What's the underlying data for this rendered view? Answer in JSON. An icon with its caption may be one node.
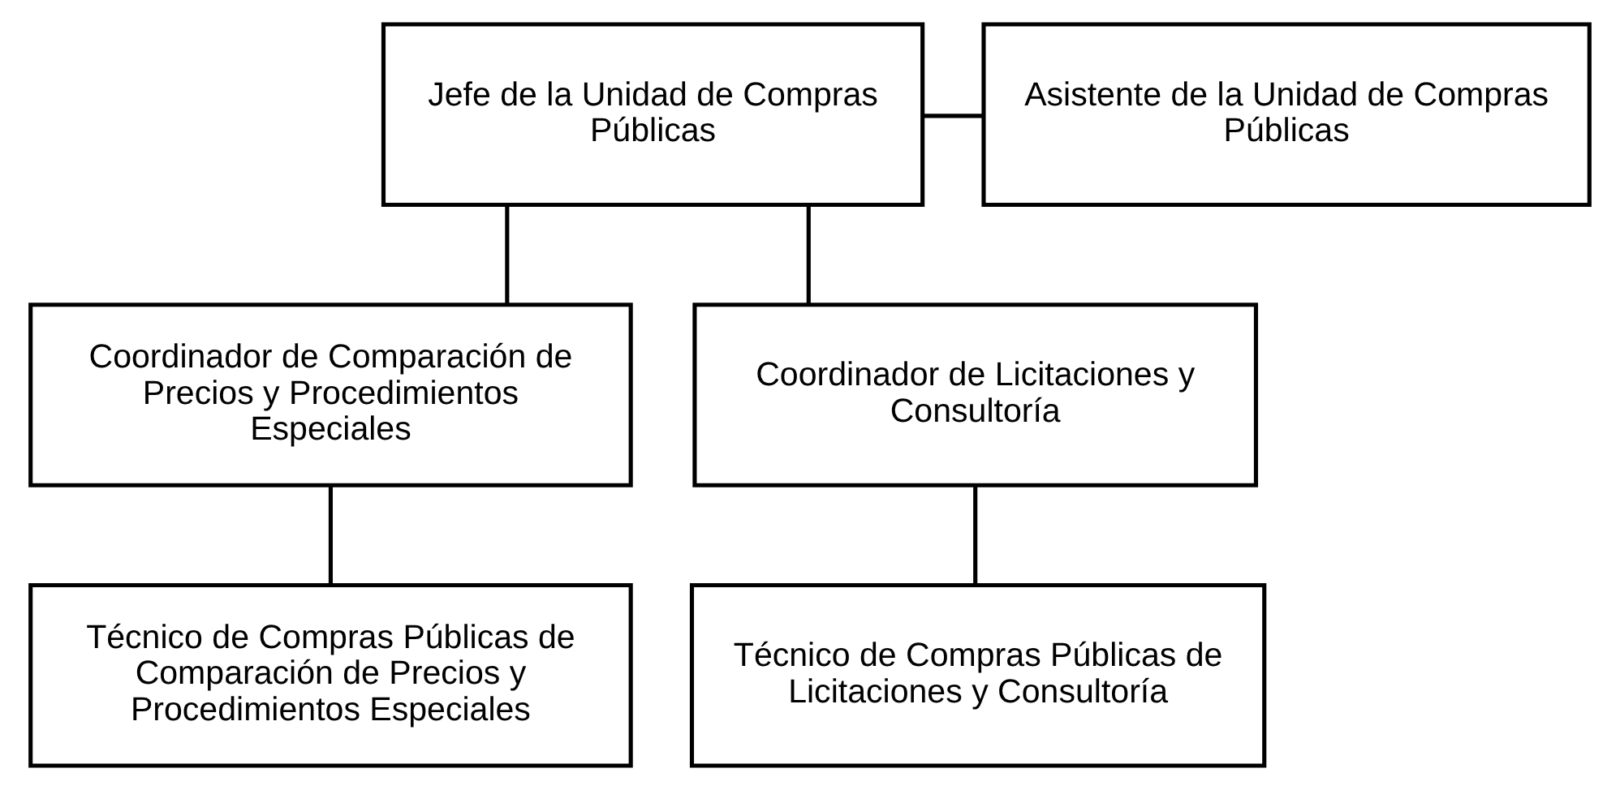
{
  "diagram": {
    "nodes": [
      {
        "text": [
          "Jefe de la Unidad de Compras Públicas"
        ]
      },
      {
        "text": [
          "Asistente de la Unidad de Compras Públicas"
        ]
      },
      {
        "text": [
          "Coordinador de Comparación de Precios y Procedimientos Especiales"
        ]
      },
      {
        "text": [
          "Coordinador de Licitaciones y Consultoría"
        ]
      },
      {
        "text": [
          "Técnico de Compras Públicas de Comparación de Precios y Procedimientos Especiales"
        ]
      },
      {
        "text": [
          "Técnico de Compras Públicas de Licitaciones y Consultoría"
        ]
      }
    ],
    "edges": [
      {
        "from": 0,
        "to": 1,
        "arrow": "none"
      },
      {
        "from": 0,
        "to": 2,
        "arrow": "none"
      },
      {
        "from": 0,
        "to": 3,
        "arrow": "none"
      },
      {
        "from": 2,
        "to": 4,
        "arrow": "none"
      },
      {
        "from": 3,
        "to": 5,
        "arrow": "none"
      }
    ]
  }
}
